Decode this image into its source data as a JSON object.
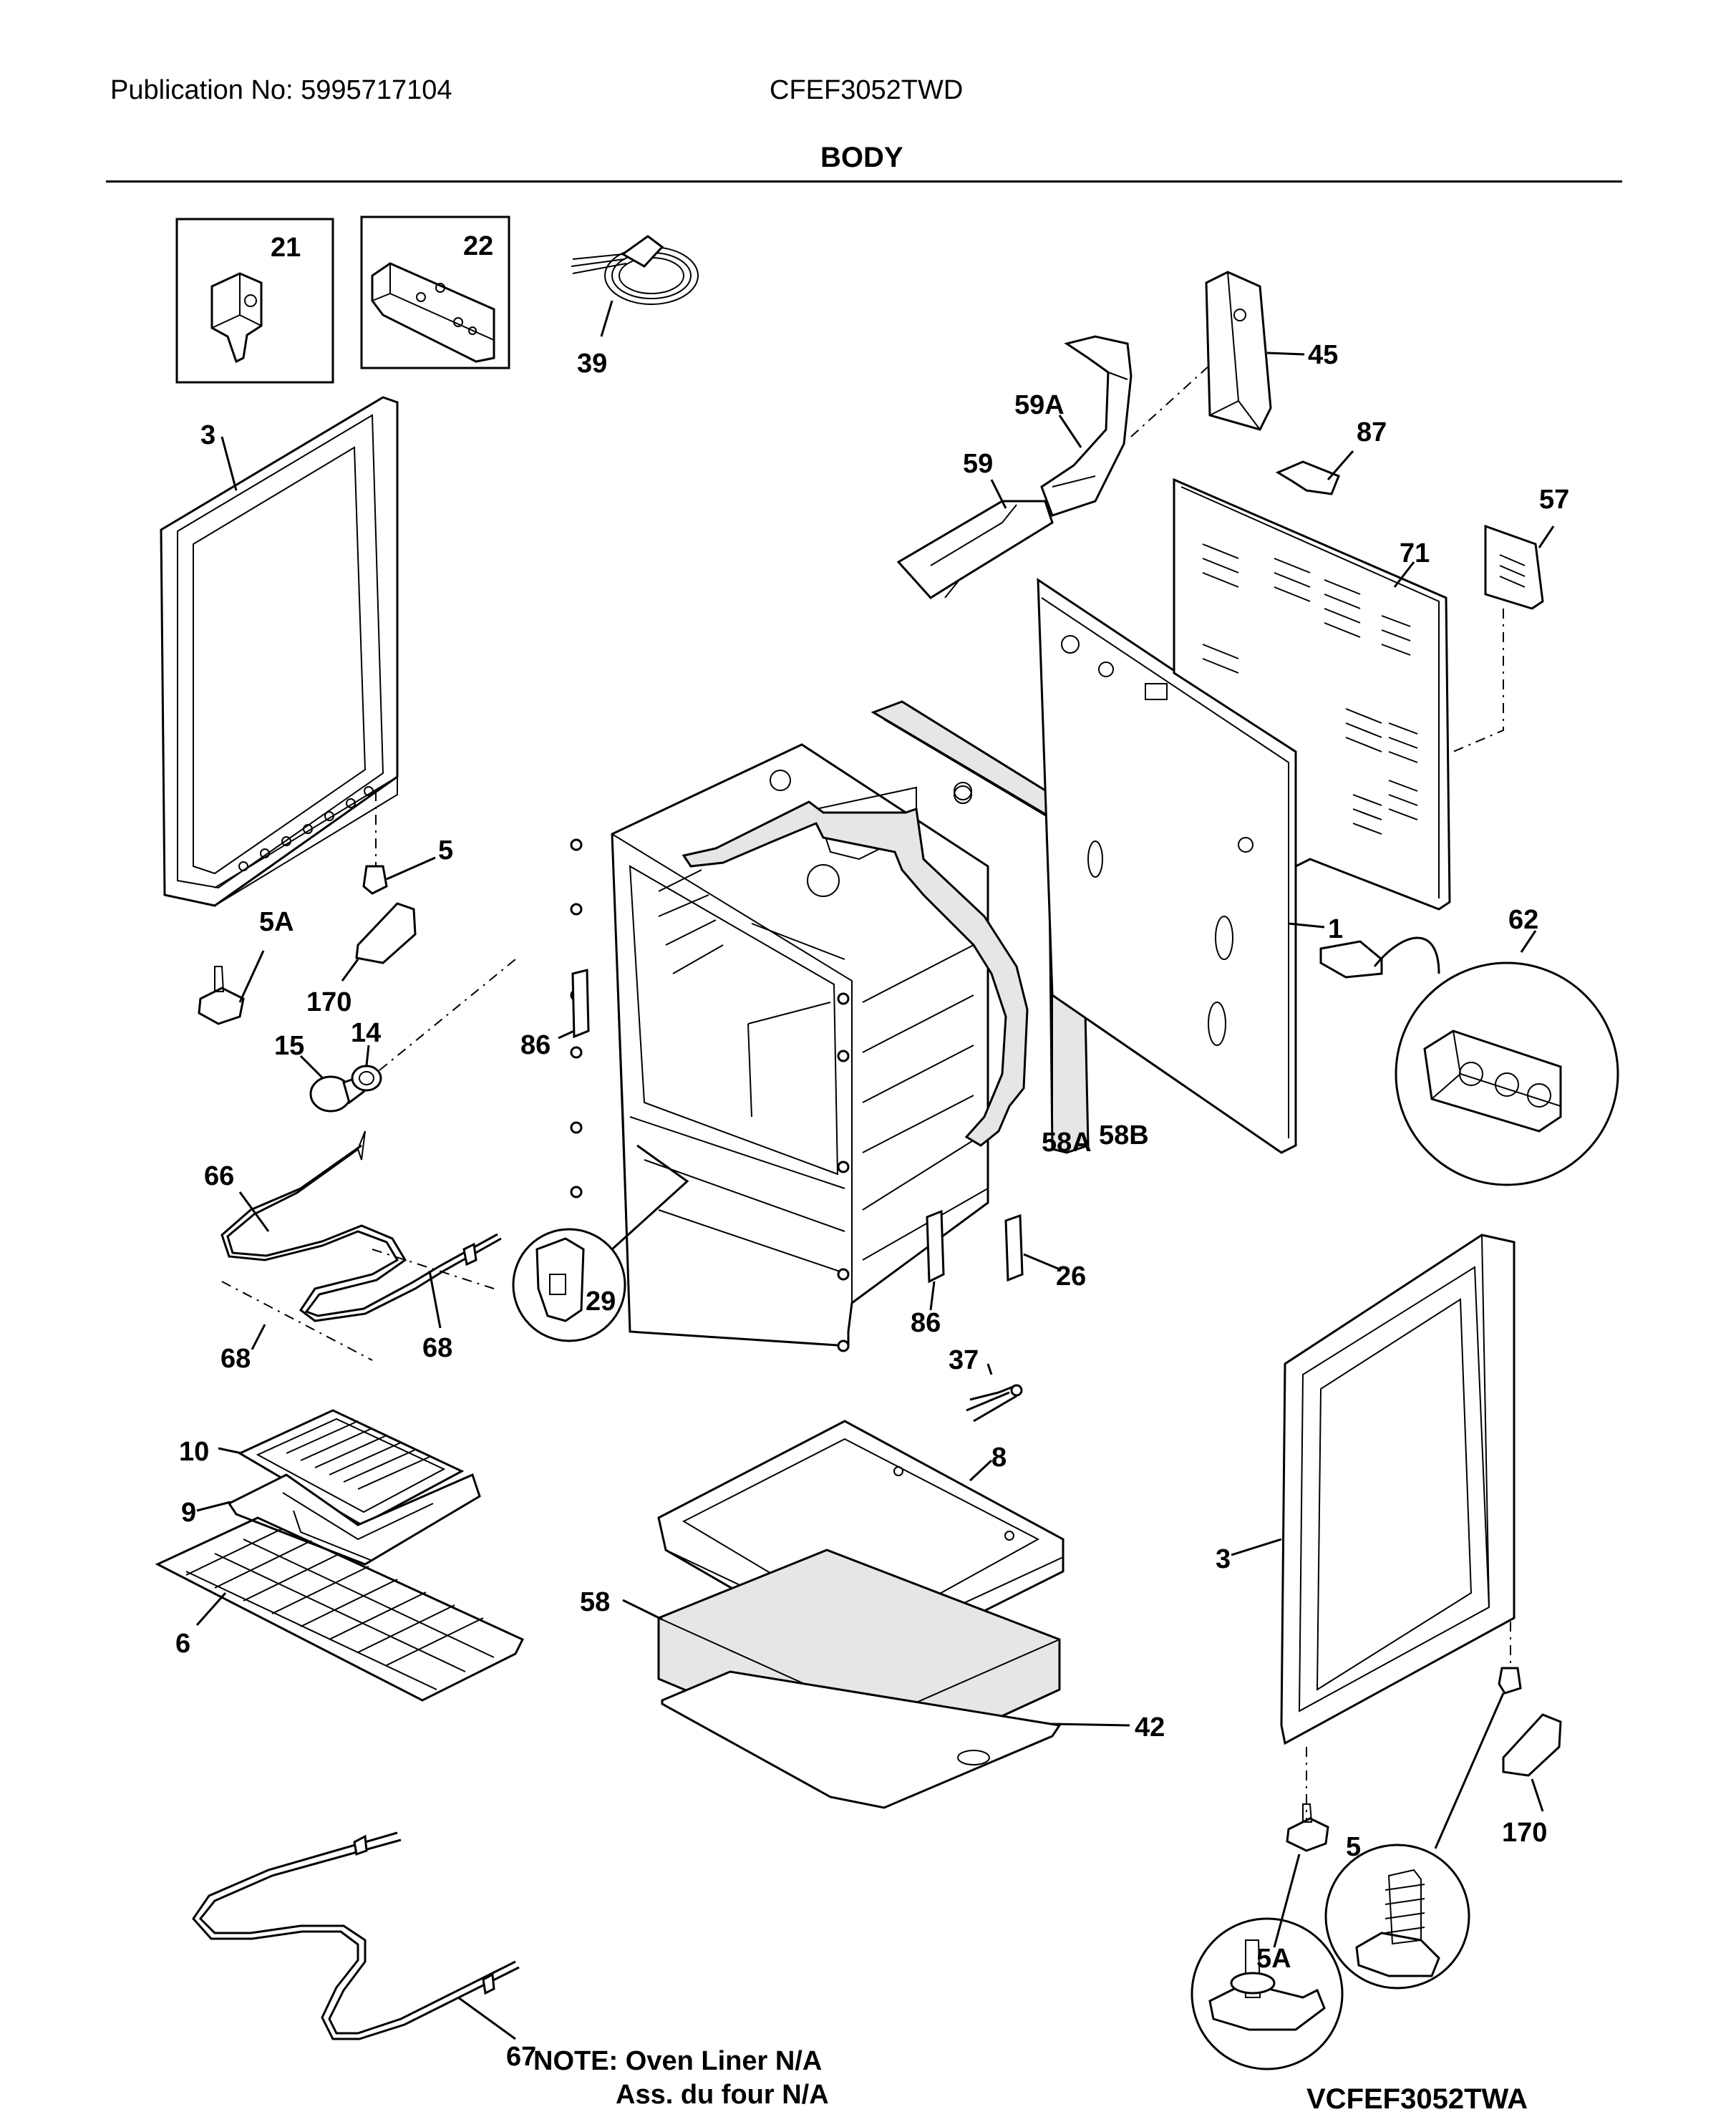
{
  "header": {
    "publication": "Publication No: 5995717104",
    "model": "CFEF3052TWD",
    "section": "BODY"
  },
  "callouts": [
    "21",
    "22",
    "39",
    "3",
    "45",
    "59A",
    "87",
    "59",
    "57",
    "71",
    "5",
    "5A",
    "62",
    "1",
    "170",
    "14",
    "15",
    "86",
    "58A",
    "58B",
    "66",
    "29",
    "26",
    "68",
    "68",
    "86",
    "37",
    "10",
    "8",
    "9",
    "3",
    "6",
    "58",
    "42",
    "170",
    "5",
    "5A",
    "67"
  ],
  "note": {
    "line1": "NOTE: Oven Liner N/A",
    "line2": "Ass. du four N/A"
  },
  "diagram_ref": "VCFEF3052TWA"
}
